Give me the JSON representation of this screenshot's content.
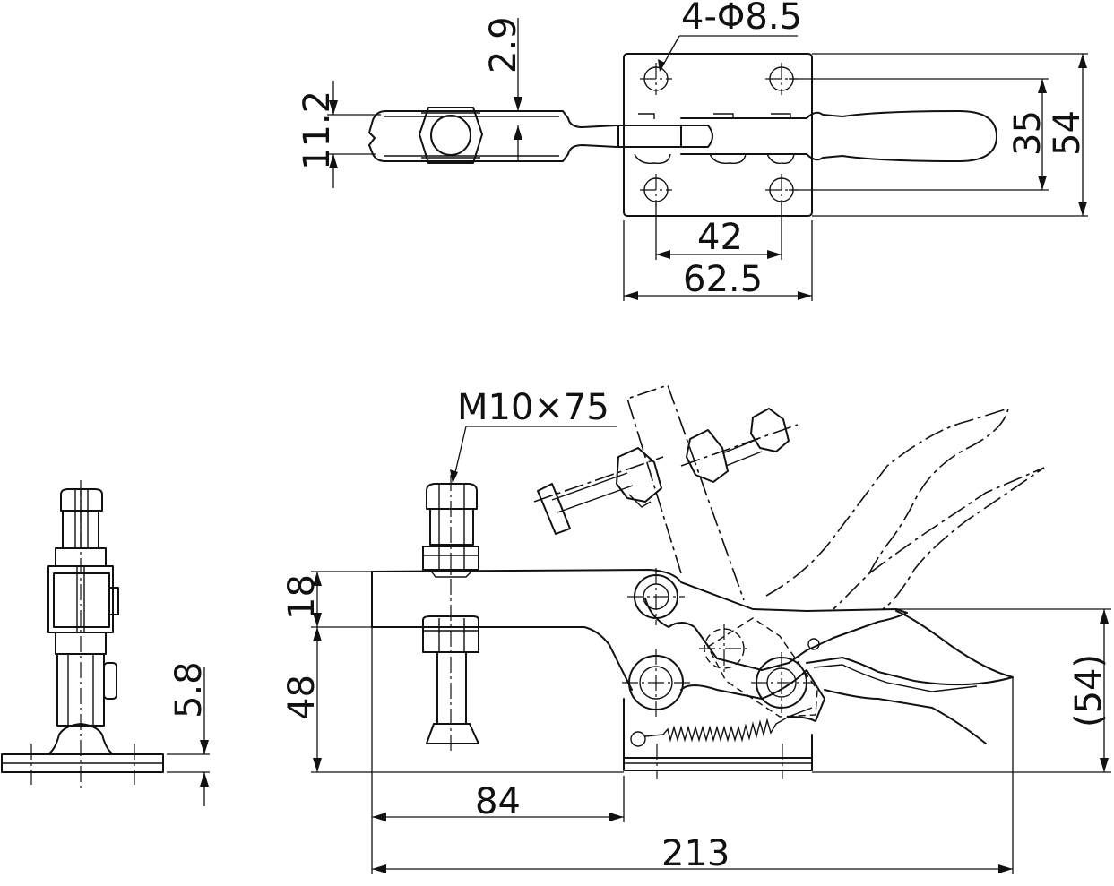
{
  "drawing": {
    "hole_callout": "4-Φ8.5",
    "bolt_callout": "M10×75",
    "dims": {
      "gap_top": "2.9",
      "handle_thickness": "11.2",
      "hole_spacing_y": "35",
      "base_width": "54",
      "hole_spacing_x": "42",
      "base_length": "62.5",
      "arm_height": "18",
      "base_height": "48",
      "spindle_offset": "84",
      "overall_length": "213",
      "handle_height": "(54)",
      "plate_thickness": "5.8"
    }
  }
}
